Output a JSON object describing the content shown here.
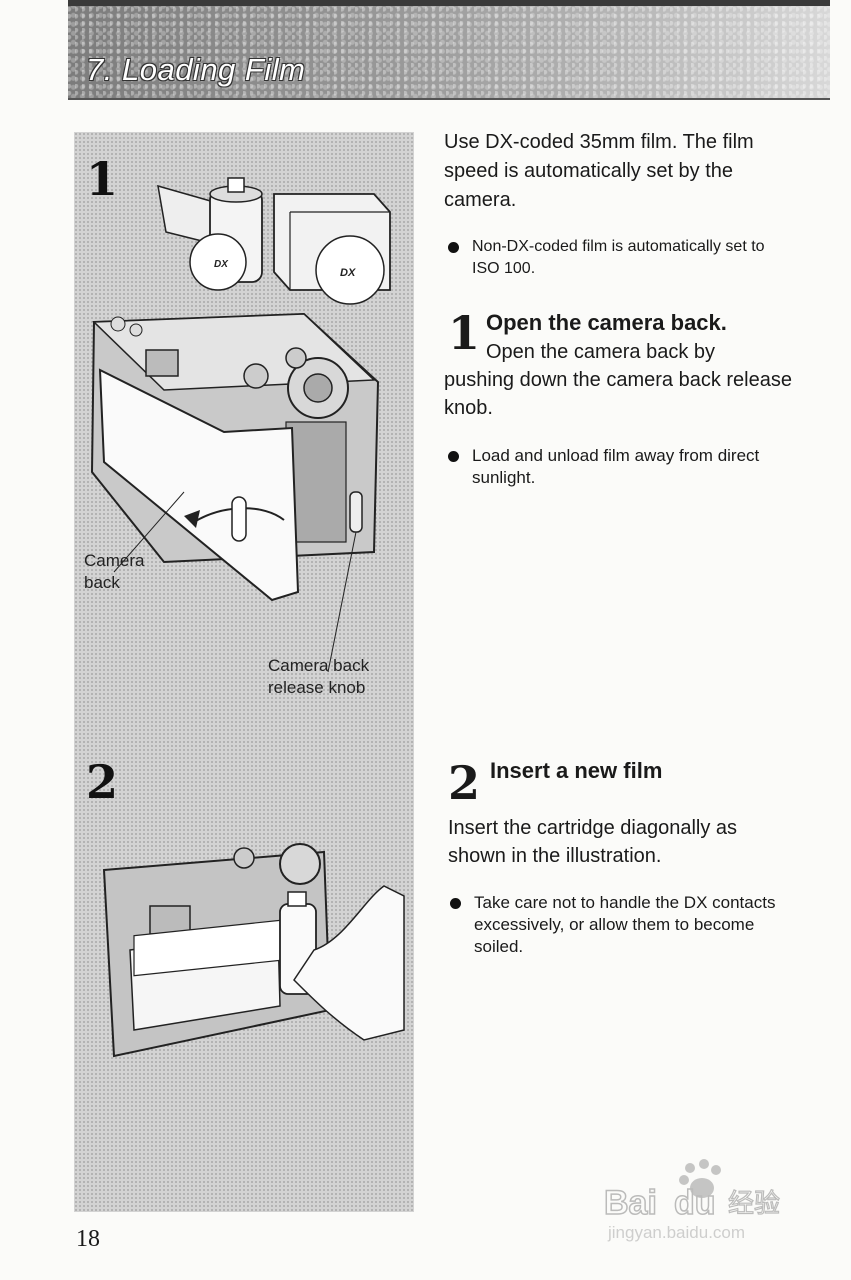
{
  "header": {
    "title": "7. Loading Film"
  },
  "illustration": {
    "step1_number": "1",
    "step2_number": "2",
    "callouts": {
      "camera_back": [
        "Camera",
        "back"
      ],
      "release_knob": [
        "Camera back",
        "release knob"
      ]
    },
    "dx_label": "DX"
  },
  "intro": {
    "text": "Use DX-coded  35mm film. The film speed is automatically set by the camera.",
    "bullet": "Non-DX-coded film is automatically set to ISO 100."
  },
  "step1": {
    "number": "1",
    "title": "Open the camera back.",
    "body_first": "Open the camera back by",
    "body_rest": "pushing down the camera back release knob.",
    "bullet": "Load and unload film away from direct sunlight."
  },
  "step2": {
    "number": "2",
    "title": "Insert a new film",
    "body": "Insert the cartridge diagonally as shown in the illustration.",
    "bullet": "Take care not to handle the DX contacts excessively, or allow them to become soiled."
  },
  "page_number": "18",
  "watermark": {
    "brand": "Bai",
    "brand2": "du",
    "suffix": "经验",
    "url": "jingyan.baidu.com"
  }
}
